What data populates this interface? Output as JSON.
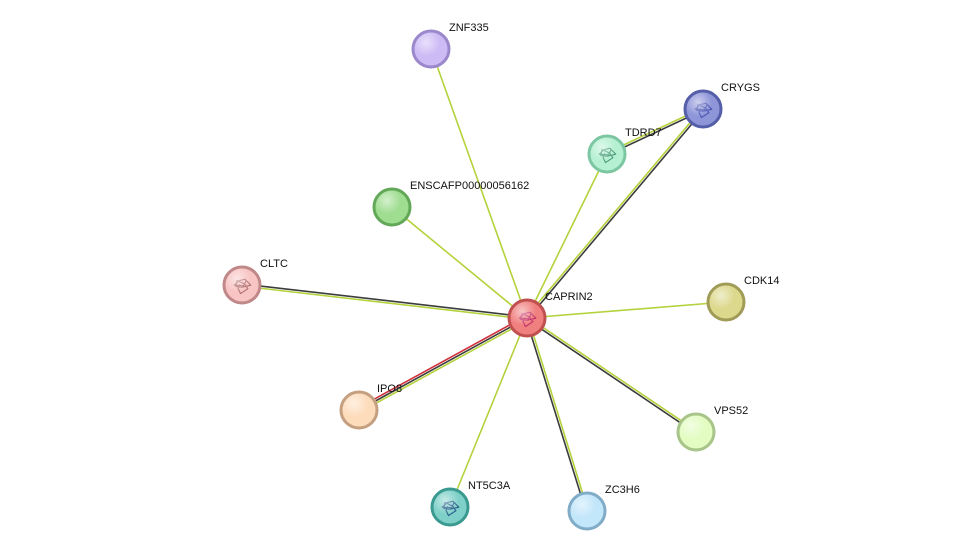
{
  "center": "CAPRIN2",
  "nodes": [
    {
      "id": "CAPRIN2",
      "label": "CAPRIN2",
      "fill": "#f08080",
      "stroke": "#c05050",
      "icon": "protein-structure-icon",
      "icon_color": "#c0306a"
    },
    {
      "id": "ZNF335",
      "label": "ZNF335",
      "fill": "#ccbbf5",
      "stroke": "#9b88cc"
    },
    {
      "id": "CRYGS",
      "label": "CRYGS",
      "fill": "#8e95d8",
      "stroke": "#555ea8",
      "icon": "protein-structure-icon",
      "icon_color": "#4a55b0"
    },
    {
      "id": "TDRD7",
      "label": "TDRD7",
      "fill": "#b5f0d2",
      "stroke": "#7cc6a2",
      "icon": "protein-structure-icon",
      "icon_color": "#4a9a78"
    },
    {
      "id": "ENSCAFP00000056162",
      "label": "ENSCAFP00000056162",
      "fill": "#9fdd90",
      "stroke": "#62a858"
    },
    {
      "id": "CLTC",
      "label": "CLTC",
      "fill": "#f8c4c4",
      "stroke": "#c08888",
      "icon": "protein-structure-icon",
      "icon_color": "#b07070"
    },
    {
      "id": "CDK14",
      "label": "CDK14",
      "fill": "#dcd88c",
      "stroke": "#a09c58"
    },
    {
      "id": "IPO8",
      "label": "IPO8",
      "fill": "#fddcbc",
      "stroke": "#c4a080"
    },
    {
      "id": "VPS52",
      "label": "VPS52",
      "fill": "#e2fcc2",
      "stroke": "#a8c488"
    },
    {
      "id": "NT5C3A",
      "label": "NT5C3A",
      "fill": "#7ed0c8",
      "stroke": "#3a9a90",
      "icon": "protein-structure-icon",
      "icon_color": "#2a5a8a"
    },
    {
      "id": "ZC3H6",
      "label": "ZC3H6",
      "fill": "#c2e6fa",
      "stroke": "#80acc8"
    }
  ],
  "edges": [
    {
      "source": "CAPRIN2",
      "target": "ZNF335",
      "colors": [
        "#b4d23c"
      ]
    },
    {
      "source": "CAPRIN2",
      "target": "CRYGS",
      "colors": [
        "#b4d23c",
        "#3c3c3c"
      ]
    },
    {
      "source": "TDRD7",
      "target": "CRYGS",
      "colors": [
        "#b4d23c",
        "#3c3c3c"
      ]
    },
    {
      "source": "CAPRIN2",
      "target": "TDRD7",
      "colors": [
        "#b4d23c"
      ]
    },
    {
      "source": "CAPRIN2",
      "target": "ENSCAFP00000056162",
      "colors": [
        "#b4d23c"
      ]
    },
    {
      "source": "CAPRIN2",
      "target": "CLTC",
      "colors": [
        "#b4d23c",
        "#3c3c3c"
      ]
    },
    {
      "source": "CAPRIN2",
      "target": "CDK14",
      "colors": [
        "#b4d23c"
      ]
    },
    {
      "source": "CAPRIN2",
      "target": "IPO8",
      "colors": [
        "#b4d23c",
        "#3c3c3c",
        "#d2323c"
      ]
    },
    {
      "source": "CAPRIN2",
      "target": "VPS52",
      "colors": [
        "#b4d23c",
        "#3c3c3c"
      ]
    },
    {
      "source": "CAPRIN2",
      "target": "NT5C3A",
      "colors": [
        "#b4d23c"
      ]
    },
    {
      "source": "CAPRIN2",
      "target": "ZC3H6",
      "colors": [
        "#b4d23c",
        "#3c3c3c"
      ]
    }
  ]
}
